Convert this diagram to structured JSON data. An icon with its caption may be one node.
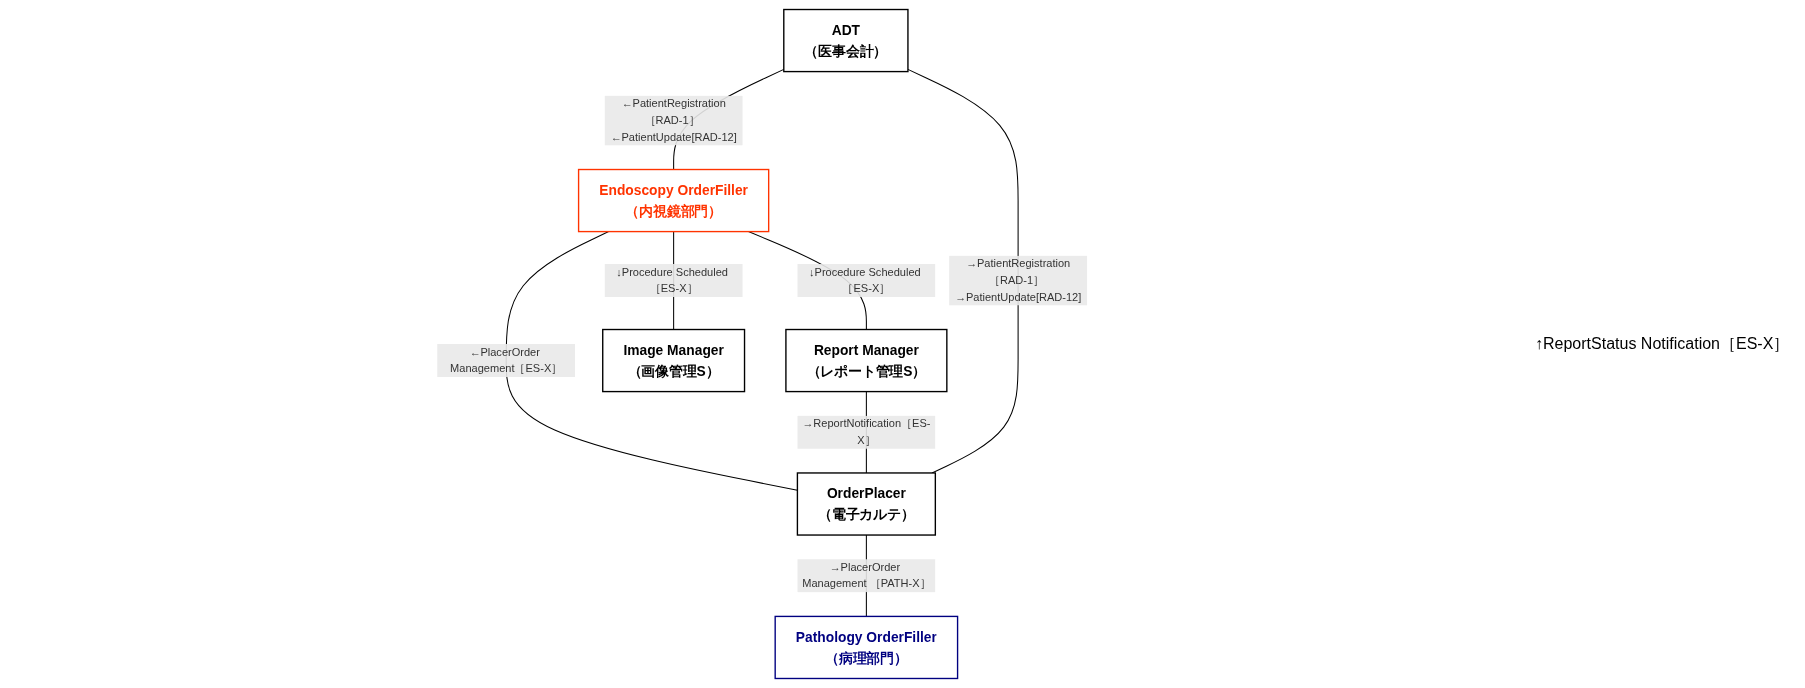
{
  "diagram": {
    "nodes": [
      {
        "text": [
          "ADT",
          "（医事会計）"
        ]
      },
      {
        "text": [
          "Endoscopy OrderFiller",
          "（内視鏡部門）"
        ]
      },
      {
        "text": [
          "OrderPlacer",
          "（電子カルテ）"
        ]
      },
      {
        "text": [
          "Pathology OrderFiller",
          "（病理部門）"
        ]
      },
      {
        "text": [
          "Image Manager",
          "（画像管理S）"
        ]
      },
      {
        "text": [
          "Report Manager",
          "（レポート管理S）"
        ]
      }
    ],
    "edges": [
      {
        "from": 0,
        "to": 1,
        "arrow": "none",
        "label": "←PatientRegistration［RAD-1］ ←PatientUpdate[RAD-12]"
      },
      {
        "from": 0,
        "to": 2,
        "arrow": "none",
        "label": "→PatientRegistration［RAD-1］ →PatientUpdate[RAD-12]"
      },
      {
        "from": 1,
        "to": 2,
        "arrow": "none",
        "label": "←PlacerOrder Management［ES-X］"
      },
      {
        "from": 2,
        "to": 3,
        "arrow": "none",
        "label": "→PlacerOrder Management ［PATH-X］"
      },
      {
        "from": 1,
        "to": 4,
        "arrow": "none",
        "label": "↓Procedure Scheduled ［ES-X］"
      },
      {
        "from": 1,
        "to": 5,
        "arrow": "none",
        "label": "↓Procedure Scheduled ［ES-X］"
      },
      {
        "from": 5,
        "to": 2,
        "arrow": "none",
        "label": "→ReportNotification［ES-X］"
      }
    ],
    "labels": [
      "↑ReportStatus Notification［ES-X］"
    ]
  }
}
